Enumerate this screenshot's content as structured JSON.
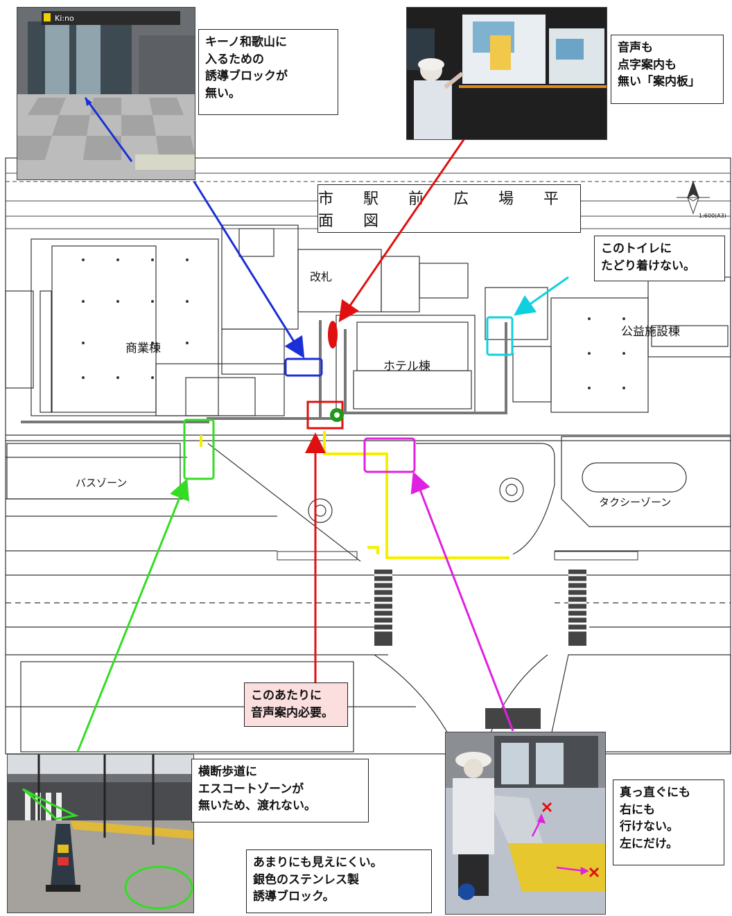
{
  "map": {
    "title": "市 駅 前 広 場 平 面 図",
    "scale": "1:600(A3)",
    "labels": {
      "commercial": "商業棟",
      "ticket_gate": "改札",
      "hotel": "ホテル棟",
      "public_facility": "公益施設棟",
      "bus_zone": "バスゾーン",
      "taxi_zone": "タクシーゾーン"
    }
  },
  "callouts": {
    "kino": [
      "キーノ和歌山に",
      "入るための",
      "誘導ブロックが",
      "無い。"
    ],
    "guide_board": [
      "音声も",
      "点字案内も",
      "無い「案内板」"
    ],
    "toilet": [
      "このトイレに",
      "たどり着けない。"
    ],
    "voice_guide": [
      "このあたりに",
      "音声案内必要。"
    ],
    "crosswalk": [
      "横断歩道に",
      "エスコートゾーンが",
      "無いため、渡れない。"
    ],
    "stainless": [
      "あまりにも見えにくい。",
      "銀色のステンレス製",
      "誘導ブロック。"
    ],
    "direction": [
      "真っ直ぐにも",
      "右にも",
      "行けない。",
      "左にだけ。"
    ]
  },
  "photos": {
    "kino_sign": "Ki:no"
  },
  "colors": {
    "blue": "#1a2fd6",
    "red": "#e01010",
    "cyan": "#10d0e0",
    "green": "#33dd22",
    "magenta": "#e020e0",
    "yellow": "#f5f000",
    "gray_route": "#777777"
  }
}
